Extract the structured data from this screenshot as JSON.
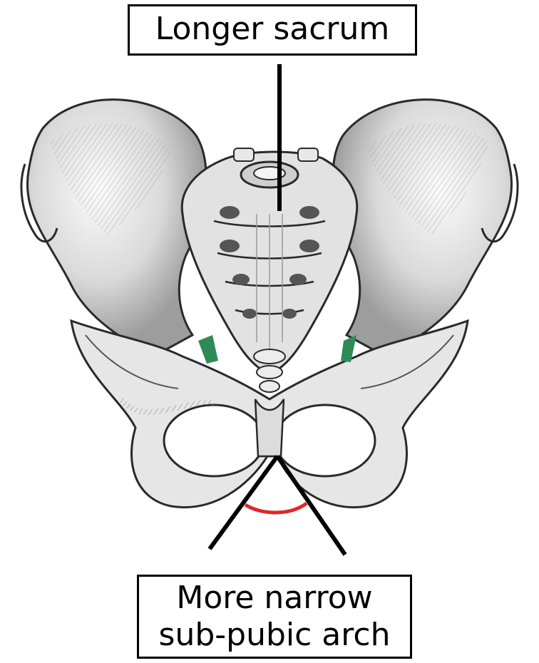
{
  "labels": {
    "top": "Longer sacrum",
    "bottom_line1": "More narrow",
    "bottom_line2": "sub-pubic arch"
  },
  "colors": {
    "bone_fill": "#e9e9e9",
    "bone_shade": "#9a9a9a",
    "bone_outline": "#2a2a2a",
    "pointer_line": "#000000",
    "arch_highlight": "#e0262b",
    "ligament_highlight": "#2e8b57"
  },
  "illustration": "pelvis-anterior-view"
}
